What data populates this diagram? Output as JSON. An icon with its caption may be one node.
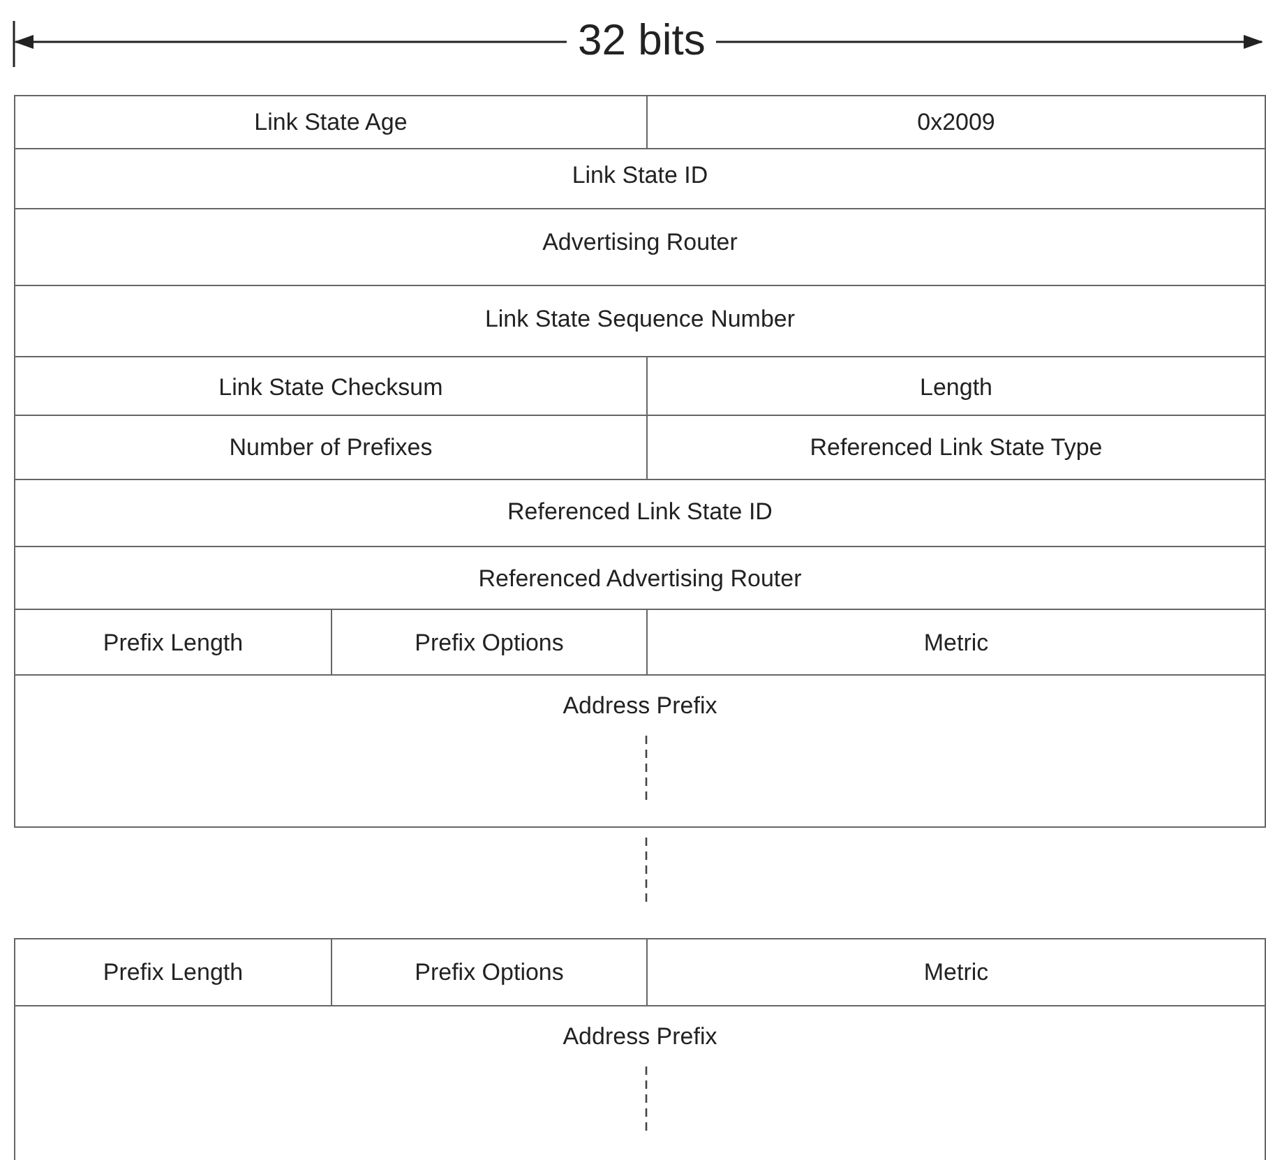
{
  "diagram": {
    "labels": [
      "32 bits",
      "Link State Age",
      "0x2009",
      "Link State ID",
      "Advertising Router",
      "Link State Sequence Number",
      "Link State Checksum",
      "Length",
      "Number of Prefixes",
      "Referenced Link State Type",
      "Referenced Link State ID",
      "Referenced Advertising Router",
      "Prefix Length",
      "Prefix Options",
      "Metric",
      "Address Prefix",
      "Prefix Length",
      "Prefix Options",
      "Metric",
      "Address Prefix"
    ]
  }
}
